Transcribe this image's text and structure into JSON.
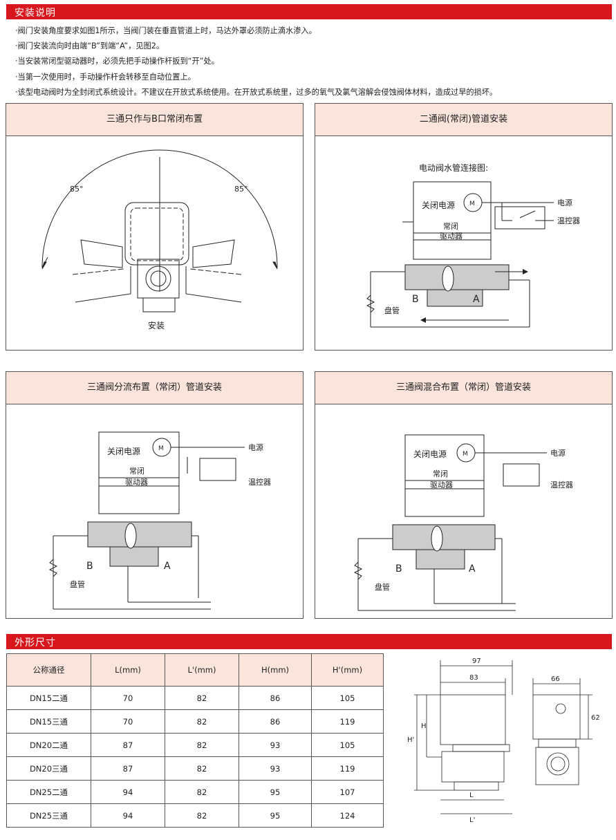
{
  "section1": {
    "title": "安装说明"
  },
  "notes": [
    "·阀门安装角度要求如图1所示，当阀门装在垂直管道上时，马达外罩必须防止滴水渗入。",
    "·阀门安装流向时由端“B”到端“A”，见图2。",
    "·当安装常闭型驱动器时，必须先把手动操作杆扳到“开”处。",
    "·当第一次使用时，手动操作杆会转移至自动位置上。",
    "·该型电动阀时为全封闭式系统设计。不建议在开放式系统使用。在开放式系统里，过多的氧气及氯气溶解会侵蚀阀体材料，造成过早的损坏。"
  ],
  "panels": {
    "p1": {
      "title": "三通只作与B口常闭布置",
      "angle_left": "85°",
      "angle_right": "85°",
      "caption": "安装"
    },
    "p2": {
      "title": "二通阀(常闭)管道安装",
      "subtitle": "电动阀水管连接图:",
      "motor_label": "关闭电源",
      "motor_symbol": "M",
      "nc": "常闭",
      "driver": "驱动器",
      "power": "电源",
      "thermostat": "温控器",
      "port_b": "B",
      "port_a": "A",
      "coil": "盘管"
    },
    "p3": {
      "title": "三通阀分流布置（常闭）管道安装",
      "motor_label": "关闭电源",
      "motor_symbol": "M",
      "nc": "常闭",
      "driver": "驱动器",
      "power": "电源",
      "thermostat": "温控器",
      "port_b": "B",
      "port_a": "A",
      "coil": "盘管"
    },
    "p4": {
      "title": "三通阀混合布置（常闭）管道安装",
      "motor_label": "关闭电源",
      "motor_symbol": "M",
      "nc": "常闭",
      "driver": "驱动器",
      "power": "电源",
      "thermostat": "温控器",
      "port_b": "B",
      "port_a": "A",
      "coil": "盘管"
    }
  },
  "section2": {
    "title": "外形尺寸"
  },
  "table": {
    "headers": [
      "公称通径",
      "L(mm)",
      "L'(mm)",
      "H(mm)",
      "H'(mm)"
    ],
    "rows": [
      [
        "DN15二通",
        "70",
        "82",
        "86",
        "105"
      ],
      [
        "DN15三通",
        "70",
        "82",
        "86",
        "119"
      ],
      [
        "DN20二通",
        "87",
        "82",
        "93",
        "105"
      ],
      [
        "DN20三通",
        "87",
        "82",
        "93",
        "119"
      ],
      [
        "DN25二通",
        "94",
        "82",
        "95",
        "107"
      ],
      [
        "DN25三通",
        "94",
        "82",
        "95",
        "124"
      ]
    ]
  },
  "dims": {
    "d97": "97",
    "d83": "83",
    "d66": "66",
    "d62": "62",
    "H": "H",
    "Hp": "H'",
    "L": "L",
    "Lp": "L'"
  }
}
